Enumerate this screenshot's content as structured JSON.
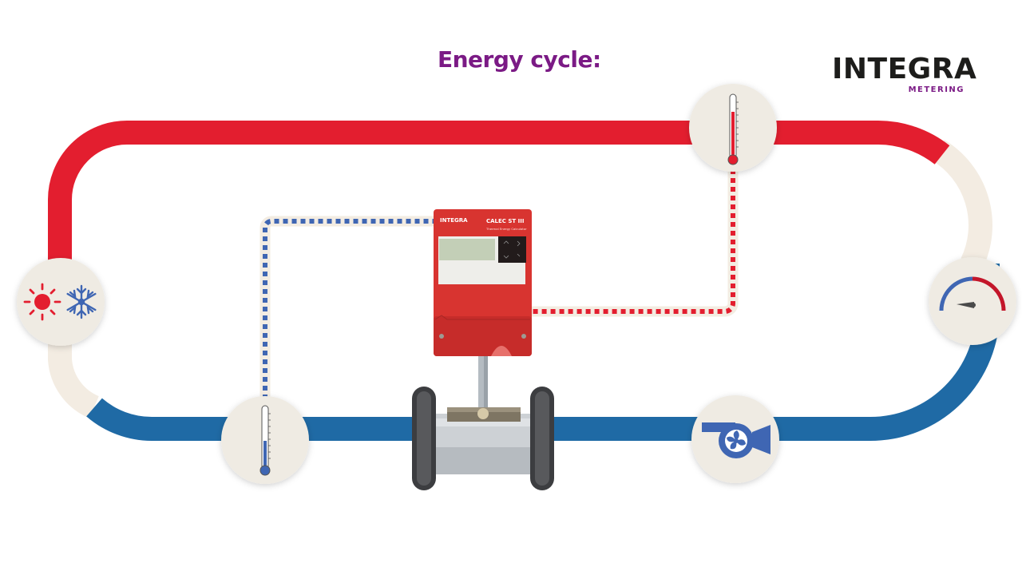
{
  "title": "Energy cycle:",
  "logo": {
    "word": "INTEGRA",
    "sub": "METERING"
  },
  "meter": {
    "brand": "INTEGRA",
    "model": "CALEC ST III",
    "subtitle": "Thermal Energy Calculator"
  },
  "colors": {
    "accent": "#7b1a85",
    "hot": "#e31e2f",
    "cold": "#1f6aa5",
    "pipe_neutral": "#f3ece2",
    "node_bg": "#efebe3",
    "meter_body": "#d83430",
    "icon_blue": "#3f66b3",
    "icon_red": "#e31e2f"
  },
  "icons": [
    "sun-icon",
    "snowflake-icon",
    "thermometer-icon",
    "gauge-icon",
    "pump-icon",
    "flow-sensor-icon"
  ]
}
